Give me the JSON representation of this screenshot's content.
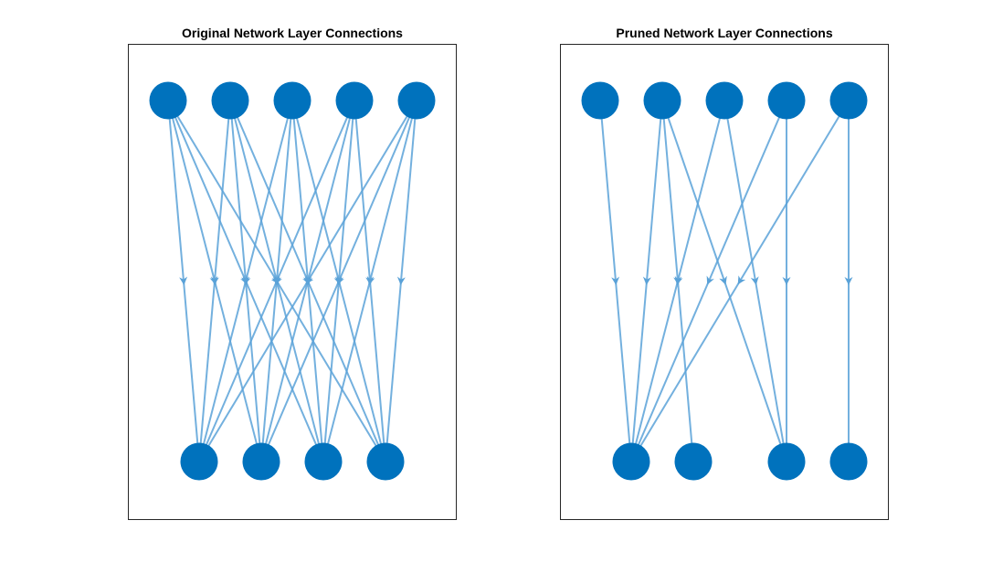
{
  "colors": {
    "node": "#0072BD",
    "edge": "#5AA2D8",
    "frame": "#262626",
    "background": "#ffffff"
  },
  "panels": [
    {
      "title": "Original Network Layer Connections",
      "source_nodes": 5,
      "target_nodes": 4,
      "edges": [
        [
          1,
          1
        ],
        [
          1,
          2
        ],
        [
          1,
          3
        ],
        [
          1,
          4
        ],
        [
          2,
          1
        ],
        [
          2,
          2
        ],
        [
          2,
          3
        ],
        [
          2,
          4
        ],
        [
          3,
          1
        ],
        [
          3,
          2
        ],
        [
          3,
          3
        ],
        [
          3,
          4
        ],
        [
          4,
          1
        ],
        [
          4,
          2
        ],
        [
          4,
          3
        ],
        [
          4,
          4
        ],
        [
          5,
          1
        ],
        [
          5,
          2
        ],
        [
          5,
          3
        ],
        [
          5,
          4
        ]
      ]
    },
    {
      "title": "Pruned Network Layer Connections",
      "source_nodes": 5,
      "target_nodes": 4,
      "edges": [
        [
          1,
          1
        ],
        [
          2,
          1
        ],
        [
          2,
          2
        ],
        [
          2,
          3
        ],
        [
          3,
          1
        ],
        [
          3,
          3
        ],
        [
          4,
          1
        ],
        [
          4,
          3
        ],
        [
          5,
          1
        ],
        [
          5,
          4
        ]
      ]
    }
  ]
}
